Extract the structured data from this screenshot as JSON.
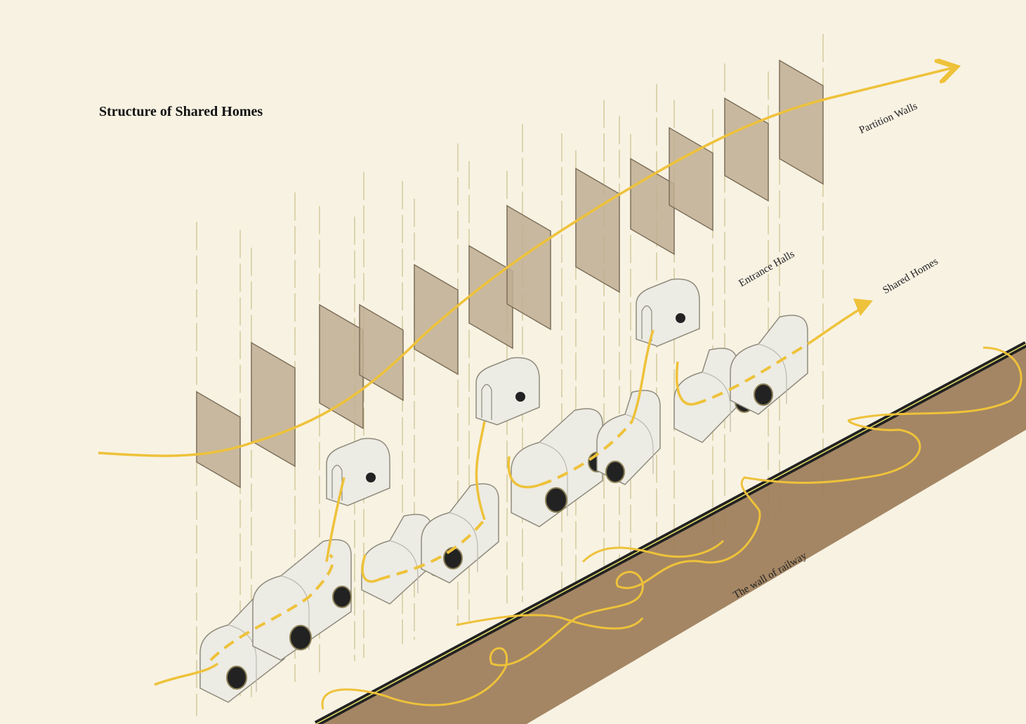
{
  "title": "Structure of Shared Homes",
  "labels": {
    "partition_walls": "Partition Walls",
    "entrance_halls": "Entrance Halls",
    "shared_homes": "Shared Homes",
    "railway_wall": "The wall of railway"
  },
  "colors": {
    "background": "#f8f2e3",
    "wall_panel": "#bfae93",
    "flow_line": "#eec23a",
    "home_body": "#ecebe4",
    "railway_band": "#9a7a55",
    "railway_edge": "#222222"
  }
}
